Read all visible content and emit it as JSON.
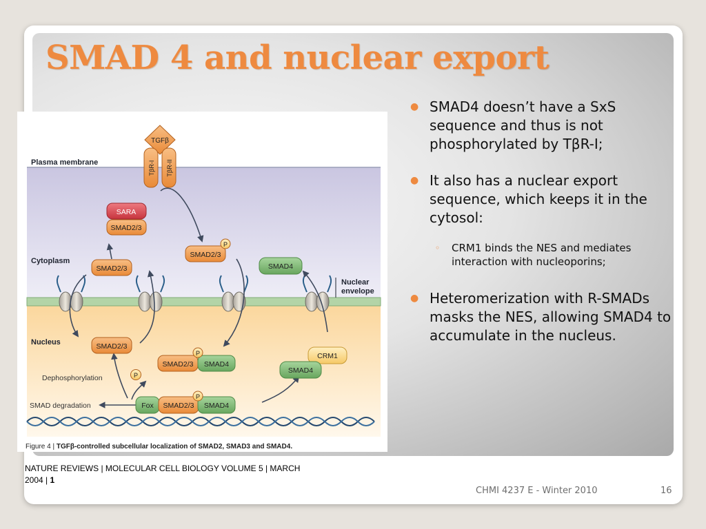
{
  "slide": {
    "title": "SMAD 4 and nuclear export",
    "footer_course": "CHMI 4237 E - Winter 2010",
    "slide_number": "16"
  },
  "bullets": [
    {
      "level": 1,
      "text": "SMAD4 doesn’t have a SxS sequence and thus is not phosphorylated by TβR-I;"
    },
    {
      "level": 1,
      "text": "It also has a nuclear export sequence, which keeps it in the cytosol:"
    },
    {
      "level": 2,
      "text": "CRM1 binds the NES and mediates interaction with nucleoporins;"
    },
    {
      "level": 1,
      "text": "Heteromerization with R-SMADs masks the NES, allowing SMAD4 to accumulate in the nucleus."
    }
  ],
  "citation": {
    "line1": "NATURE REVIEWS | MOLECULAR CELL BIOLOGY VOLUME 5 | MARCH",
    "line2_prefix": "2004 | ",
    "line2_bold": "1"
  },
  "figure": {
    "region_labels": {
      "plasma_membrane": "Plasma membrane",
      "cytoplasm": "Cytoplasm",
      "nuclear_envelope_line1": "Nuclear",
      "nuclear_envelope_line2": "envelope",
      "nucleus": "Nucleus"
    },
    "ligand": "TGFβ",
    "receptor_1": "TβR-I",
    "receptor_2": "TβR-II",
    "proteins": {
      "sara": "SARA",
      "smad23": "SMAD2/3",
      "smad4": "SMAD4",
      "crm1": "CRM1",
      "fox": "Fox",
      "phospho": "P"
    },
    "process_labels": {
      "dephosphorylation": "Dephosphorylation",
      "smad_degradation": "SMAD degradation"
    },
    "caption_prefix": "Figure 4 | ",
    "caption_bold": "TGFβ-controlled subcellular localization of SMAD2, SMAD3 and SMAD4.",
    "colors": {
      "smad23": "#f0a35c",
      "sara": "#d9505a",
      "smad4": "#7dba74",
      "crm1": "#fbd98e",
      "cytoplasm": "#d9d6ea",
      "nucleus": "#fce3b4",
      "membrane": "#b8d6ae"
    }
  }
}
